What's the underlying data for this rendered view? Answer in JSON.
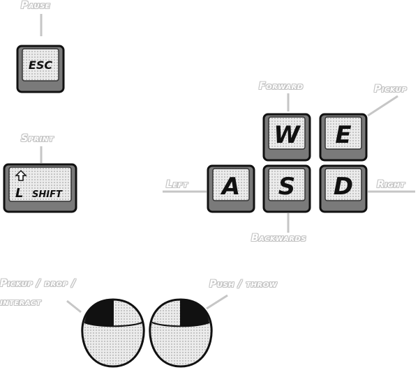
{
  "labels": {
    "pause": "Pause",
    "sprint": "Sprint",
    "forward": "Forward",
    "pickup": "Pickup",
    "left": "Left",
    "right": "Right",
    "backwards": "Backwards",
    "mouse_left_line1": "Pickup / drop /",
    "mouse_left_line2": "interact",
    "mouse_right": "Push / throw"
  },
  "keys": {
    "esc": "ESC",
    "lshift_l": "L",
    "lshift_shift": "SHIFT",
    "lshift_arrow_icon": "shift-arrow-icon",
    "w": "W",
    "e": "E",
    "a": "A",
    "s": "S",
    "d": "D"
  },
  "colors": {
    "key_face": "#e2e2e2",
    "key_side": "#7a7a7a",
    "outline": "#111111",
    "label_fill": "#ffffff",
    "label_stroke": "#c4c4c4",
    "leader_line": "#c6c6c6"
  }
}
